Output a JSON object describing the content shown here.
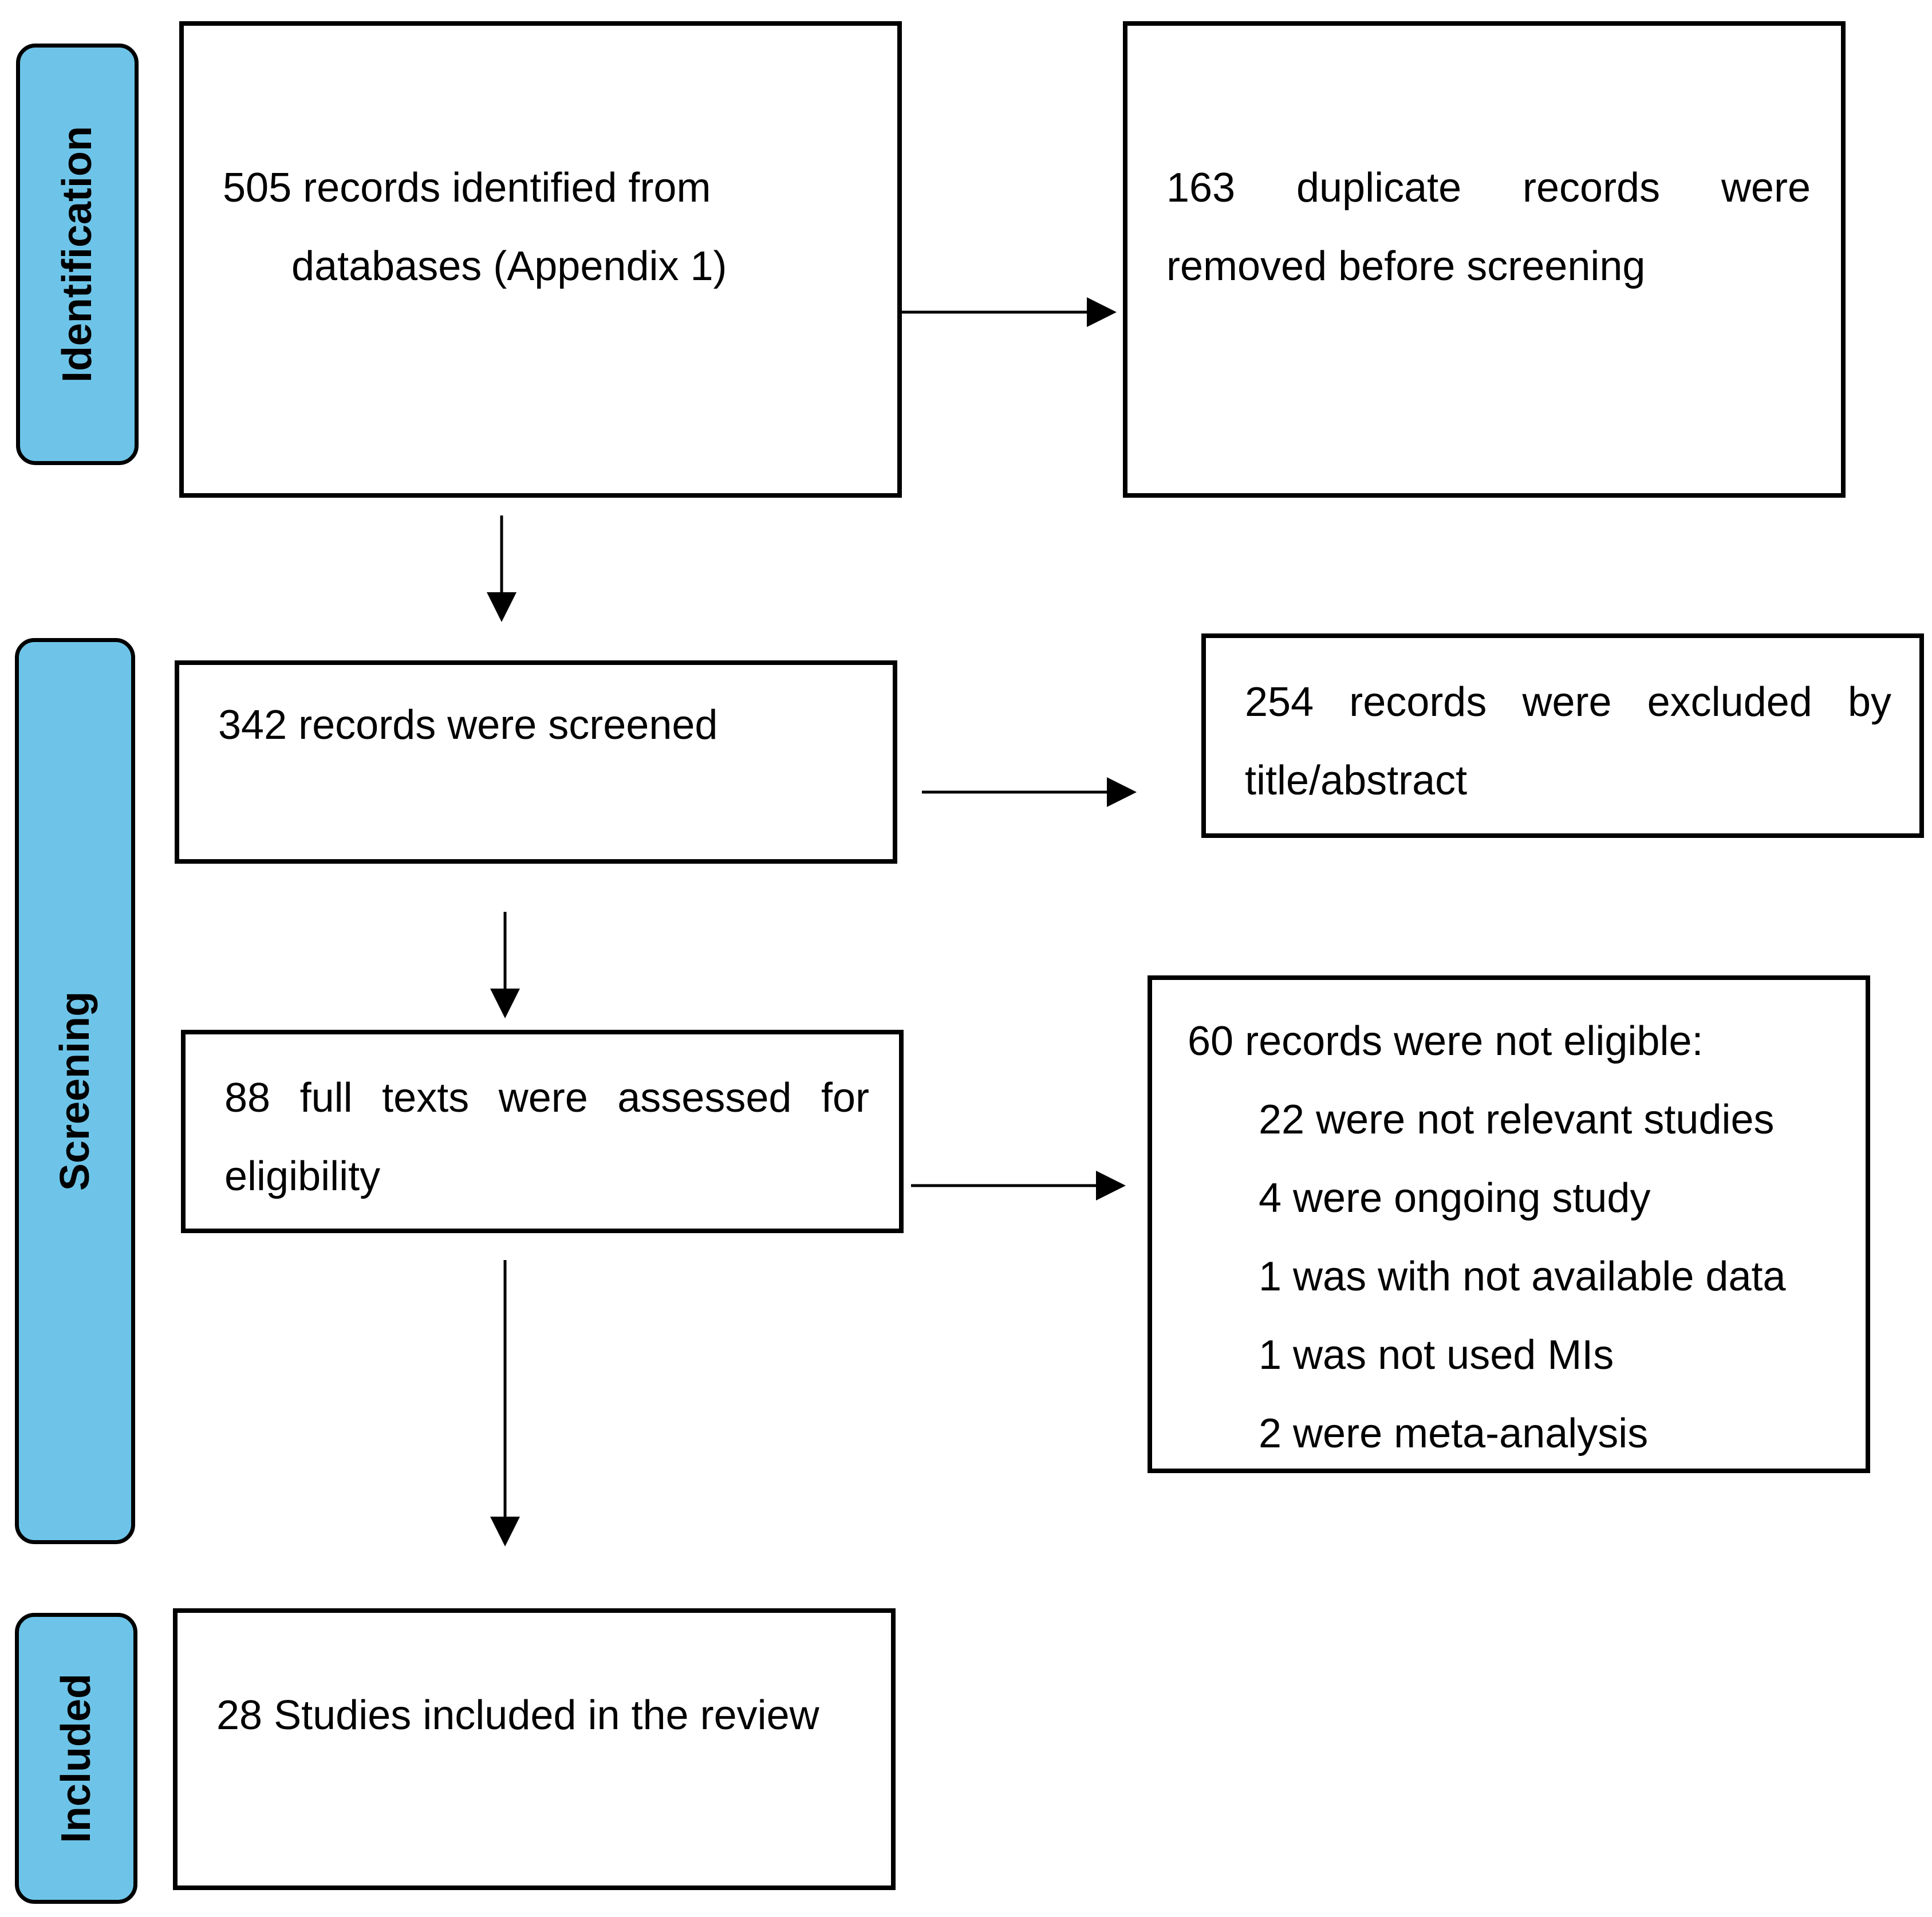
{
  "phases": {
    "identification": "Identification",
    "screening": "Screening",
    "included": "Included"
  },
  "boxes": {
    "identified": {
      "line1": "505 records identified from",
      "line2": "databases (Appendix 1)"
    },
    "duplicates": {
      "line1_words": [
        "163",
        "duplicate",
        "records",
        "were"
      ],
      "line2": "removed before screening"
    },
    "screened": {
      "line1": "342 records were screened"
    },
    "excluded": {
      "line1_words": [
        "254",
        "records",
        "were",
        "excluded",
        "by"
      ],
      "line2": "title/abstract"
    },
    "fulltext": {
      "line1_words": [
        "88",
        "full",
        "texts",
        "were",
        "assessed",
        "for"
      ],
      "line2": "eligibility"
    },
    "not_eligible": {
      "heading": "60 records were not eligible:",
      "reasons": [
        "22 were not relevant studies",
        "4 were ongoing study",
        "1 was with not available data",
        "1 was not used MIs",
        "2 were meta-analysis"
      ]
    },
    "included": {
      "line1": "28 Studies included in the review"
    }
  }
}
